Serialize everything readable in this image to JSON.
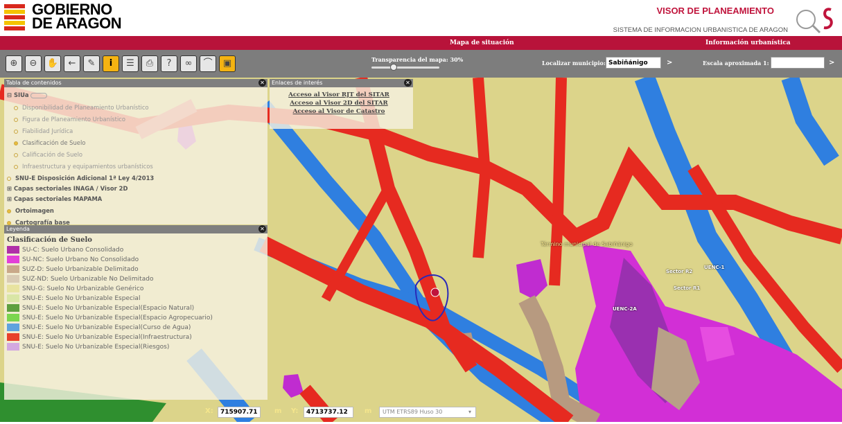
{
  "header": {
    "logo_line1": "GOBIERNO",
    "logo_line2": "DE ARAGON",
    "app_title": "VISOR DE PLANEAMIENTO",
    "app_subtitle": "SISTEMA DE INFORMACION  URBANISTICA  DE ARAGON"
  },
  "nav": {
    "map_situation": "Mapa de situación",
    "urban_info": "Información urbanística"
  },
  "toolbar": {
    "tools": [
      "zoom-in-icon",
      "zoom-out-icon",
      "pan-hand-icon",
      "back-arrow-icon",
      "identify-icon",
      "info-icon",
      "legend-icon",
      "print-icon",
      "help-icon",
      "link-icon",
      "measure-icon",
      "layers-icon"
    ],
    "transparency_label": "Transparencia del mapa: 30%",
    "transparency_value": 0.3,
    "municipality_label": "Localizar municipio:",
    "municipality_value": "Sabiñánigo",
    "go_label": ">",
    "scale_label": "Escala aproximada 1:",
    "scale_value": ""
  },
  "toc": {
    "header": "Tabla de contenidos",
    "items": [
      {
        "label": "SIUa",
        "kind": "group"
      },
      {
        "label": "Disponibilidad de Planeamiento Urbanístico",
        "kind": "sub"
      },
      {
        "label": "Figura de Planeamiento Urbanístico",
        "kind": "sub"
      },
      {
        "label": "Fiabilidad Jurídica",
        "kind": "sub"
      },
      {
        "label": "Clasificación de Suelo",
        "kind": "sub-active"
      },
      {
        "label": "Calificación de Suelo",
        "kind": "sub"
      },
      {
        "label": "Infraestructura y equipamientos urbanísticos",
        "kind": "sub"
      },
      {
        "label": "SNU-E Disposición Adicional 1ª Ley 4/2013",
        "kind": "bold"
      },
      {
        "label": "Capas sectoriales INAGA / Visor 2D",
        "kind": "bold-plus"
      },
      {
        "label": "Capas sectoriales MAPAMA",
        "kind": "bold-plus"
      },
      {
        "label": "Ortoimagen",
        "kind": "bold-dot"
      },
      {
        "label": "Cartografía base",
        "kind": "bold-dot"
      }
    ]
  },
  "legend": {
    "header": "Leyenda",
    "title": "Clasificación de Suelo",
    "items": [
      {
        "label": "SU-C: Suelo Urbano Consolidado",
        "color": "#b02fa8"
      },
      {
        "label": "SU-NC: Suelo Urbano No Consolidado",
        "color": "#e33fd8"
      },
      {
        "label": "SUZ-D: Suelo Urbanizable Delimitado",
        "color": "#c9a98a"
      },
      {
        "label": "SUZ-ND: Suelo Urbanizable No Delimitado",
        "color": "#d9cbb4"
      },
      {
        "label": "SNU-G: Suelo No Urbanizable Genérico",
        "color": "#e8e3a0"
      },
      {
        "label": "SNU-E: Suelo No Urbanizable Especial",
        "color": "#d9e6a6"
      },
      {
        "label": "SNU-E: Suelo No Urbanizable Especial(Espacio Natural)",
        "color": "#5d9f3f"
      },
      {
        "label": "SNU-E: Suelo No Urbanizable Especial(Espacio Agropecuario)",
        "color": "#7bd64f"
      },
      {
        "label": "SNU-E: Suelo No Urbanizable Especial(Curso de Agua)",
        "color": "#5ea3de"
      },
      {
        "label": "SNU-E: Suelo No Urbanizable Especial(Infraestructura)",
        "color": "#e8412b"
      },
      {
        "label": "SNU-E: Suelo No Urbanizable Especial(Riesgos)",
        "color": "#d3a8e0"
      }
    ]
  },
  "links": {
    "header": "Enlaces de interés",
    "items": [
      "Acceso al Visor RJT del SITAR",
      "Acceso al Visor 2D del SITAR",
      "Acceso al Visor de Catastro"
    ]
  },
  "map_labels": {
    "sector_r2": "Sector R2",
    "sector_r1": "Sector R1",
    "uenc_1": "UENC-1",
    "uenc_2a": "UENC-2A",
    "municipio": "Término municipal de Sabiñánigo"
  },
  "coords": {
    "x_label": "X:",
    "x_value": "715907.71",
    "y_label": "Y:",
    "y_value": "4713737.12",
    "unit": "m",
    "crs": "UTM ETRS89 Huso 30"
  },
  "colors": {
    "brand_red": "#b8133a",
    "toolbar_gray": "#7d7d7d",
    "active_tool": "#f4b312"
  }
}
